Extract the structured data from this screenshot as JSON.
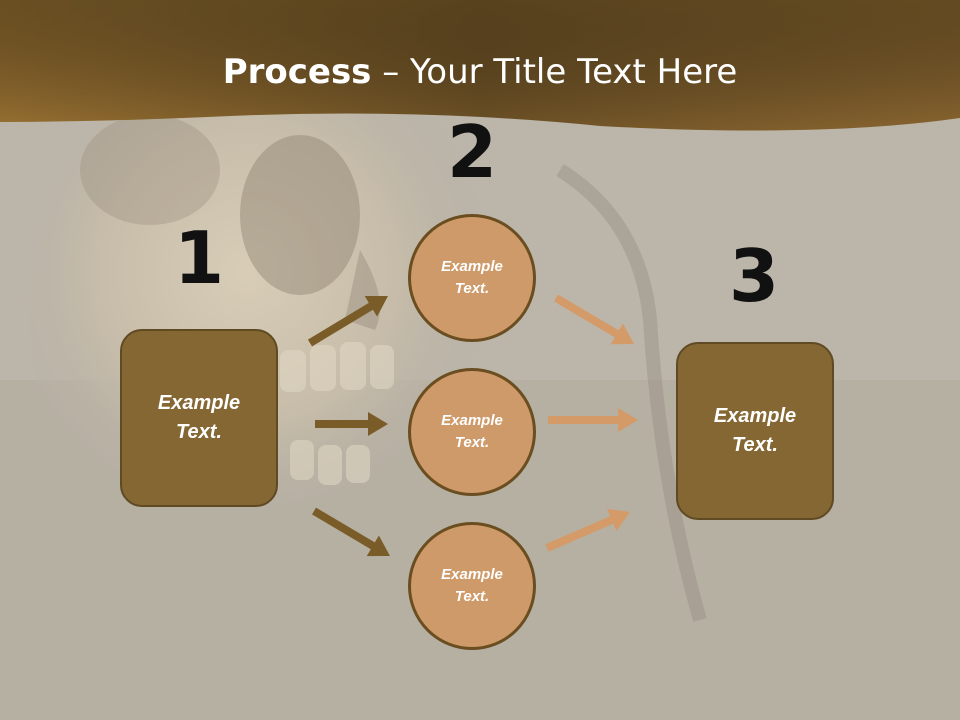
{
  "slide": {
    "title_bold": "Process",
    "title_rest": " – Your Title Text Here"
  },
  "steps": [
    {
      "number": "1",
      "label": "Example\nText."
    },
    {
      "number": "2",
      "label": "Example\nText."
    },
    {
      "number": "3",
      "label": "Example\nText."
    }
  ],
  "circles": [
    {
      "label": "Example\nText."
    },
    {
      "label": "Example\nText."
    },
    {
      "label": "Example\nText."
    }
  ],
  "colors": {
    "header_band": "#8a6530",
    "box_fill": "#856733",
    "circle_fill": "#cf9a69",
    "arrow_dark": "#7a5c28",
    "arrow_light": "#d49a68"
  }
}
